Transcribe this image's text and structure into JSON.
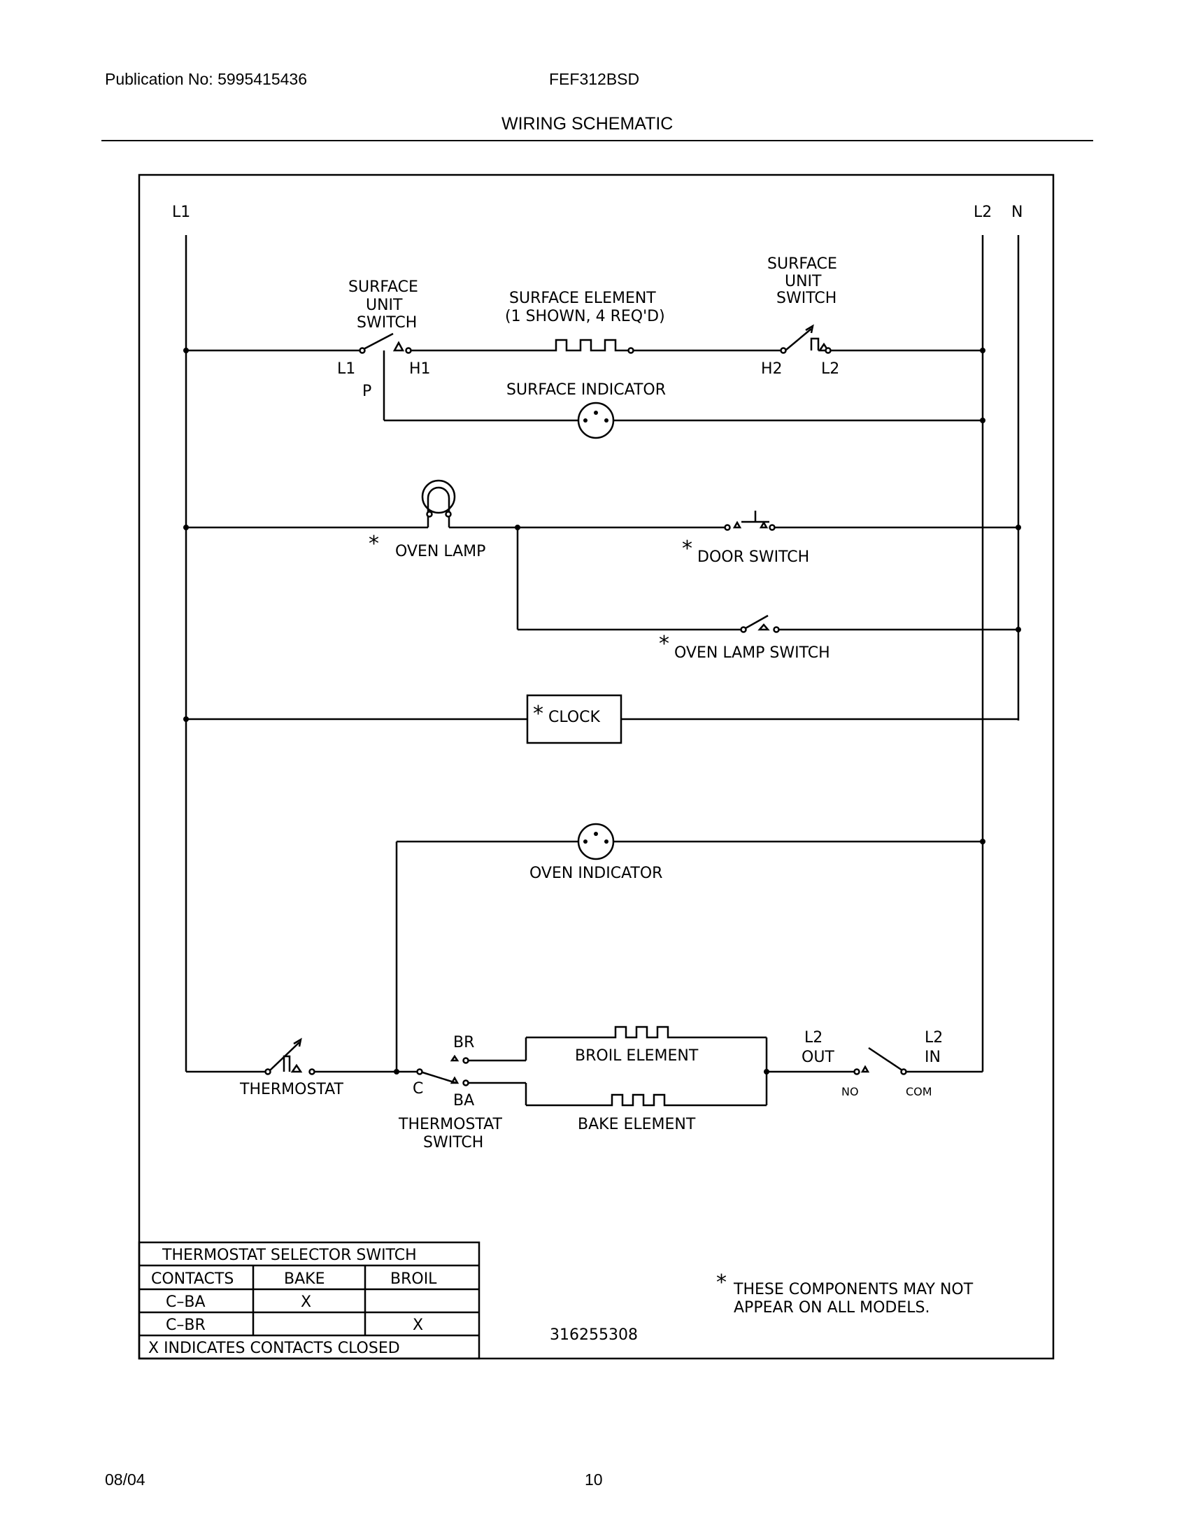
{
  "header": {
    "publication": "Publication No: 5995415436",
    "model": "FEF312BSD",
    "title": "WIRING SCHEMATIC"
  },
  "diagram": {
    "lines": {
      "l1": "L1",
      "l2": "L2",
      "n": "N"
    },
    "surface_switch_left": {
      "line1": "SURFACE",
      "line2": "UNIT",
      "line3": "SWITCH",
      "term_l1": "L1",
      "term_h1": "H1",
      "term_p": "P"
    },
    "surface_element": {
      "line1": "SURFACE ELEMENT",
      "line2": "(1 SHOWN, 4 REQ'D)"
    },
    "surface_switch_right": {
      "line1": "SURFACE",
      "line2": "UNIT",
      "line3": "SWITCH",
      "term_h2": "H2",
      "term_l2": "L2"
    },
    "surface_indicator": "SURFACE INDICATOR",
    "oven_lamp": "OVEN LAMP",
    "door_switch": "DOOR SWITCH",
    "oven_lamp_switch": "OVEN LAMP SWITCH",
    "clock": "CLOCK",
    "oven_indicator": "OVEN INDICATOR",
    "thermostat": "THERMOSTAT",
    "thermostat_switch": {
      "line1": "THERMOSTAT",
      "line2": "SWITCH",
      "term_br": "BR",
      "term_c": "C",
      "term_ba": "BA"
    },
    "broil_element": "BROIL ELEMENT",
    "bake_element": "BAKE ELEMENT",
    "relay": {
      "l2_out_1": "L2",
      "l2_out_2": "OUT",
      "l2_in_1": "L2",
      "l2_in_2": "IN",
      "no": "NO",
      "com": "COM"
    },
    "asterisk": "*",
    "part_number": "316255308",
    "note": {
      "line1": "THESE COMPONENTS MAY NOT",
      "line2": "APPEAR ON ALL MODELS."
    },
    "selector_table": {
      "title": "THERMOSTAT SELECTOR SWITCH",
      "headers": [
        "CONTACTS",
        "BAKE",
        "BROIL"
      ],
      "rows": [
        [
          "C–BA",
          "X",
          ""
        ],
        [
          "C–BR",
          "",
          "X"
        ]
      ],
      "footer": "X INDICATES CONTACTS CLOSED"
    }
  },
  "footer": {
    "date": "08/04",
    "page": "10"
  }
}
